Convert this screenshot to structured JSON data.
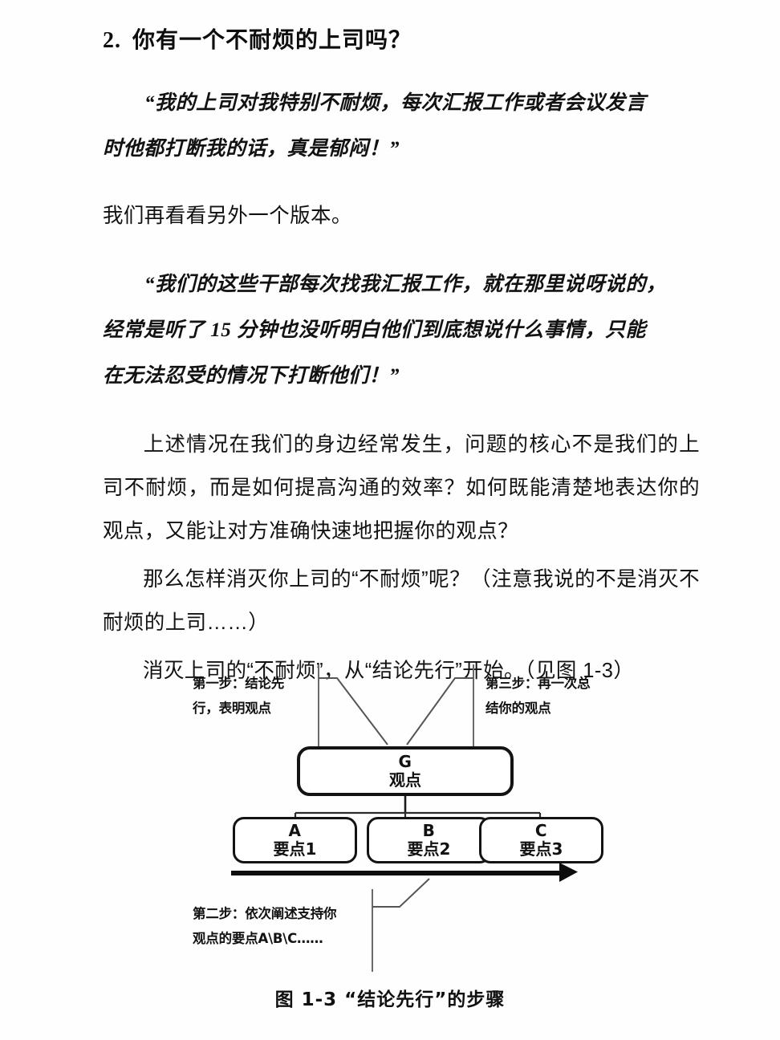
{
  "page": {
    "background": "#fefefe",
    "ink": "#121212"
  },
  "heading": {
    "number": "2.",
    "text": "你有一个不耐烦的上司吗？"
  },
  "quotes": [
    {
      "id": "quote-1",
      "lines": [
        "“我的上司对我特别不耐烦，每次汇报工作或者会议发言",
        "时他都打断我的话，真是郁闷！”"
      ]
    },
    {
      "id": "quote-2",
      "lines": [
        "“我们的这些干部每次找我汇报工作，就在那里说呀说的，",
        "经常是听了 15 分钟也没听明白他们到底想说什么事情，只能",
        "在无法忍受的情况下打断他们！”"
      ]
    }
  ],
  "paragraphs": [
    {
      "id": "para-transition",
      "text": "我们再看看另外一个版本。"
    },
    {
      "id": "para-analysis",
      "text": "上述情况在我们的身边经常发生，问题的核心不是我们的上司不耐烦，而是如何提高沟通的效率？如何既能清楚地表达你的观点，又能让对方准确快速地把握你的观点？"
    },
    {
      "id": "para-question",
      "text": "那么怎样消灭你上司的“不耐烦”呢？（注意我说的不是消灭不耐烦的上司……）"
    },
    {
      "id": "para-answer",
      "text": "消灭上司的“不耐烦”，从“结论先行”开始。（见图 1-3）"
    }
  ],
  "figure": {
    "caption": "图 1-3  “结论先行”的步骤",
    "callouts": [
      {
        "id": "step-1",
        "label": "第一步：",
        "line1": "第一步：结论先",
        "line2": "行，表明观点"
      },
      {
        "id": "step-3",
        "label": "第三步：",
        "line1": "第三步：再一次总",
        "line2": "结你的观点"
      },
      {
        "id": "step-2",
        "label": "第二步：",
        "line1": "第二步：依次阐述支持你",
        "line2": "观点的要点A\\B\\C……"
      }
    ],
    "nodes": [
      {
        "id": "node-g",
        "code": "G",
        "cn": "观点"
      },
      {
        "id": "node-a",
        "code": "A",
        "cn": "要点1"
      },
      {
        "id": "node-b",
        "code": "B",
        "cn": "要点2"
      },
      {
        "id": "node-c",
        "code": "C",
        "cn": "要点3"
      }
    ]
  }
}
